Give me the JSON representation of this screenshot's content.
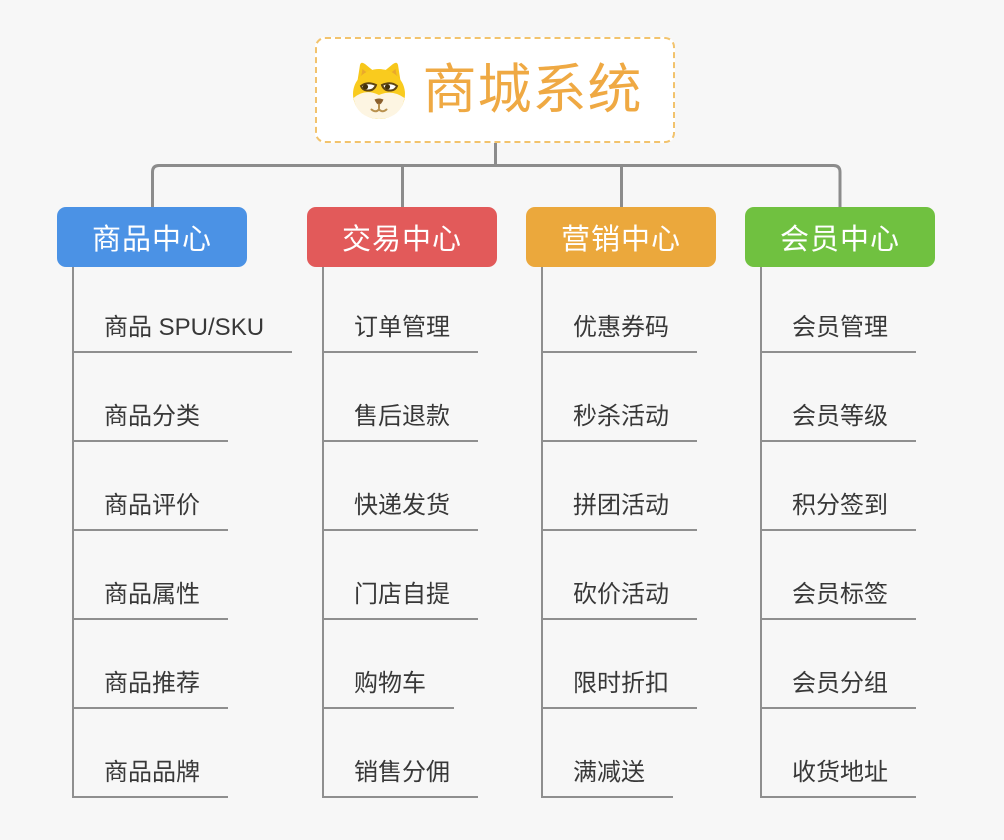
{
  "page": {
    "background_color": "#f7f7f7",
    "connector_color": "#8c8c8c"
  },
  "root": {
    "title": "商城系统",
    "icon": "dog-icon",
    "text_color": "#efa943",
    "border_color": "#f2c36d",
    "fill_color": "#ffffff"
  },
  "branches": [
    {
      "label": "商品中心",
      "color": "#4b92e5",
      "children": [
        "商品 SPU/SKU",
        "商品分类",
        "商品评价",
        "商品属性",
        "商品推荐",
        "商品品牌"
      ]
    },
    {
      "label": "交易中心",
      "color": "#e25a5a",
      "children": [
        "订单管理",
        "售后退款",
        "快递发货",
        "门店自提",
        "购物车",
        "销售分佣"
      ]
    },
    {
      "label": "营销中心",
      "color": "#eba83c",
      "children": [
        "优惠券码",
        "秒杀活动",
        "拼团活动",
        "砍价活动",
        "限时折扣",
        "满减送"
      ]
    },
    {
      "label": "会员中心",
      "color": "#70c140",
      "children": [
        "会员管理",
        "会员等级",
        "积分签到",
        "会员标签",
        "会员分组",
        "收货地址"
      ]
    }
  ]
}
